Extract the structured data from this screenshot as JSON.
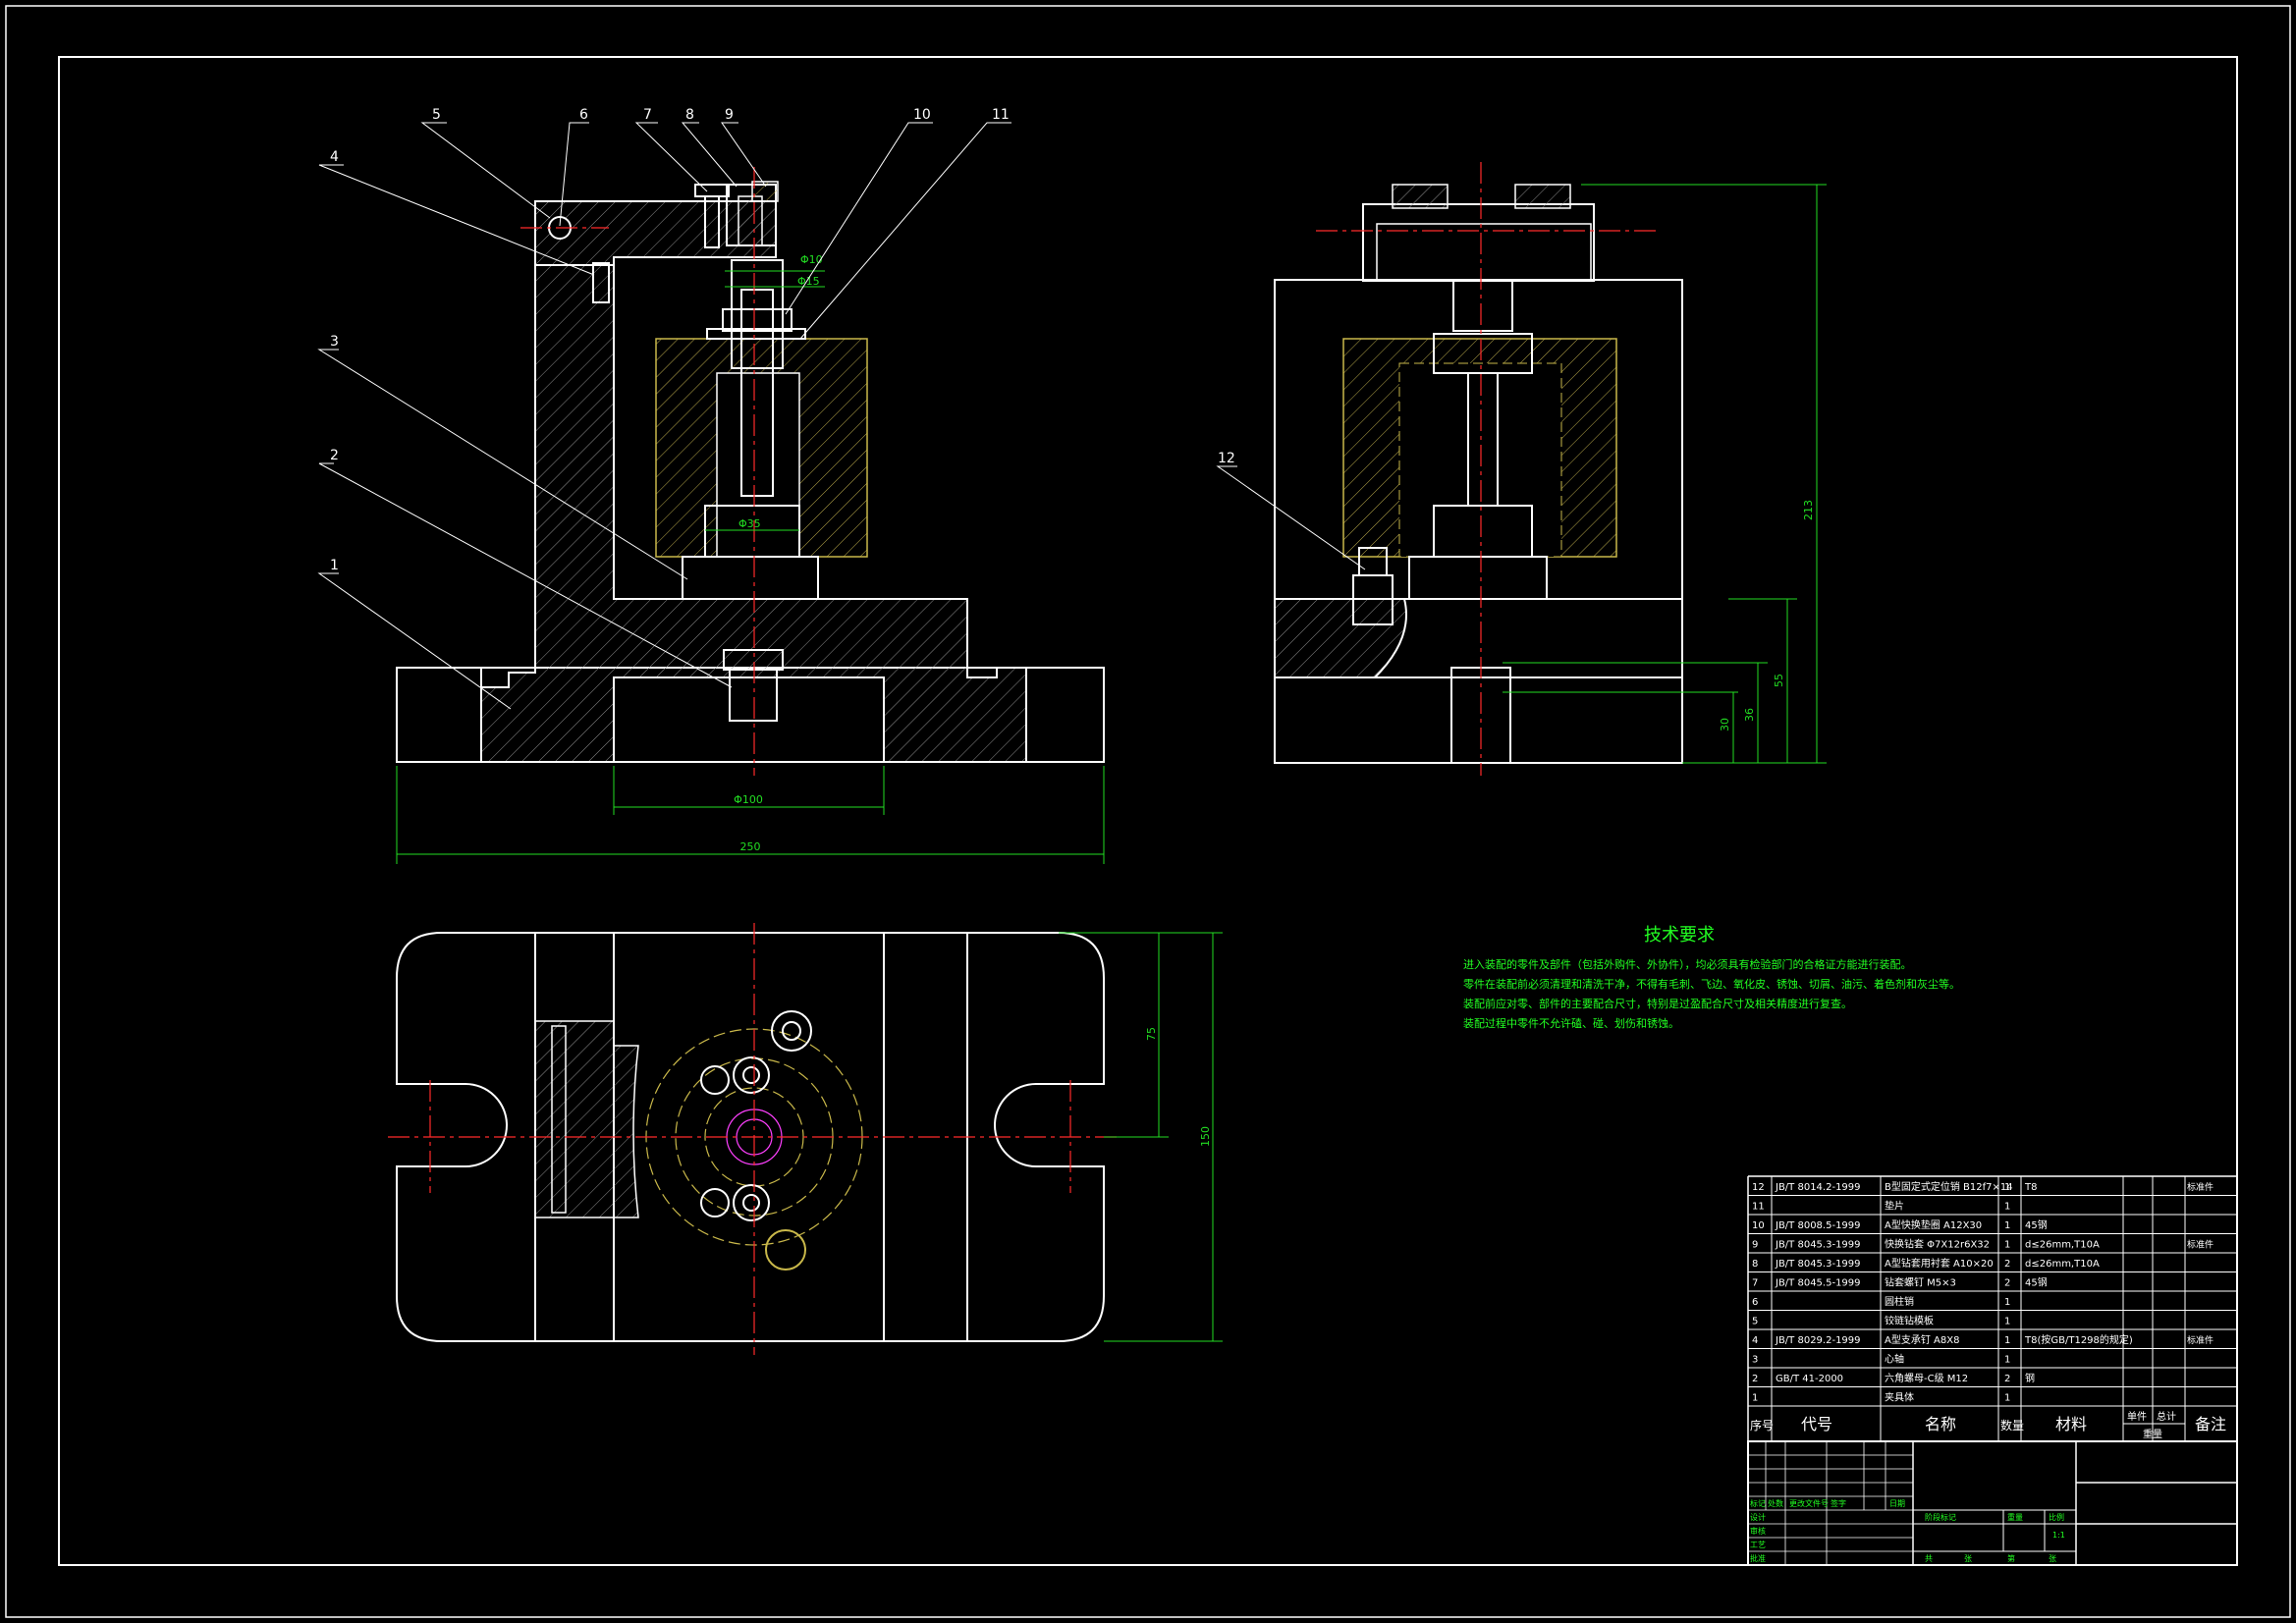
{
  "colors": {
    "background": "#000000",
    "outline": "#ffffff",
    "hatch": "#9a9a9a",
    "centerline": "#ff2a2a",
    "dimension": "#22dd22",
    "hidden": "#e8e04a",
    "note_text": "#22ff22",
    "magenta": "#ff40ff"
  },
  "front_view": {
    "balloons": [
      "1",
      "2",
      "3",
      "4",
      "5",
      "6",
      "7",
      "8",
      "9",
      "10",
      "11"
    ],
    "dims": {
      "overall_width": "250",
      "inner_width": "Φ100",
      "bore_small": "Φ10",
      "bore_mid": "Φ15",
      "bore_large": "Φ35"
    }
  },
  "side_view": {
    "balloons": [
      "12"
    ],
    "dims": {
      "height_total": "213",
      "h1": "30",
      "h2": "36",
      "h3": "55"
    }
  },
  "top_view": {
    "dims": {
      "height": "150",
      "inner": "75"
    }
  },
  "tech_requirements": {
    "title": "技术要求",
    "lines": [
      "进入装配的零件及部件（包括外购件、外协件），均必须具有检验部门的合格证方能进行装配。",
      "零件在装配前必须清理和清洗干净，不得有毛刺、飞边、氧化皮、锈蚀、切屑、油污、着色剂和灰尘等。",
      "装配前应对零、部件的主要配合尺寸，特别是过盈配合尺寸及相关精度进行复查。",
      "装配过程中零件不允许磕、碰、划伤和锈蚀。"
    ]
  },
  "bom": {
    "rows": [
      {
        "no": "12",
        "code": "JB/T 8014.2-1999",
        "name": "B型固定式定位销 B12f7×14",
        "qty": "1",
        "material": "T8",
        "note": "标准件"
      },
      {
        "no": "11",
        "code": "",
        "name": "垫片",
        "qty": "1",
        "material": "",
        "note": ""
      },
      {
        "no": "10",
        "code": "JB/T 8008.5-1999",
        "name": "A型快换垫圈 A12X30",
        "qty": "1",
        "material": "45钢",
        "note": ""
      },
      {
        "no": "9",
        "code": "JB/T 8045.3-1999",
        "name": "快换钻套 Φ7X12r6X32",
        "qty": "1",
        "material": "d≤26mm,T10A",
        "note": "标准件"
      },
      {
        "no": "8",
        "code": "JB/T 8045.3-1999",
        "name": "A型钻套用衬套 A10×20",
        "qty": "2",
        "material": "d≤26mm,T10A",
        "note": ""
      },
      {
        "no": "7",
        "code": "JB/T 8045.5-1999",
        "name": "钻套螺钉 M5×3",
        "qty": "2",
        "material": "45钢",
        "note": ""
      },
      {
        "no": "6",
        "code": "",
        "name": "圆柱销",
        "qty": "1",
        "material": "",
        "note": ""
      },
      {
        "no": "5",
        "code": "",
        "name": "铰链钻模板",
        "qty": "1",
        "material": "",
        "note": ""
      },
      {
        "no": "4",
        "code": "JB/T 8029.2-1999",
        "name": "A型支承钉 A8X8",
        "qty": "1",
        "material": "T8(按GB/T1298的规定)",
        "note": "标准件"
      },
      {
        "no": "3",
        "code": "",
        "name": "心轴",
        "qty": "1",
        "material": "",
        "note": ""
      },
      {
        "no": "2",
        "code": "GB/T 41-2000",
        "name": "六角螺母-C级 M12",
        "qty": "2",
        "material": "钢",
        "note": ""
      },
      {
        "no": "1",
        "code": "",
        "name": "夹具体",
        "qty": "1",
        "material": "",
        "note": ""
      }
    ],
    "header": {
      "no": "序号",
      "code": "代号",
      "name": "名称",
      "qty": "数量",
      "material": "材料",
      "single": "单件",
      "total": "总计",
      "weight": "重量",
      "note": "备注"
    }
  },
  "title_block": {
    "labels": [
      "标记",
      "处数",
      "更改文件号",
      "签字",
      "日期",
      "设计",
      "审核",
      "工艺",
      "批准",
      "阶段标记",
      "重量",
      "比例",
      "共",
      "张",
      "第",
      "张"
    ],
    "scale": "1:1"
  }
}
